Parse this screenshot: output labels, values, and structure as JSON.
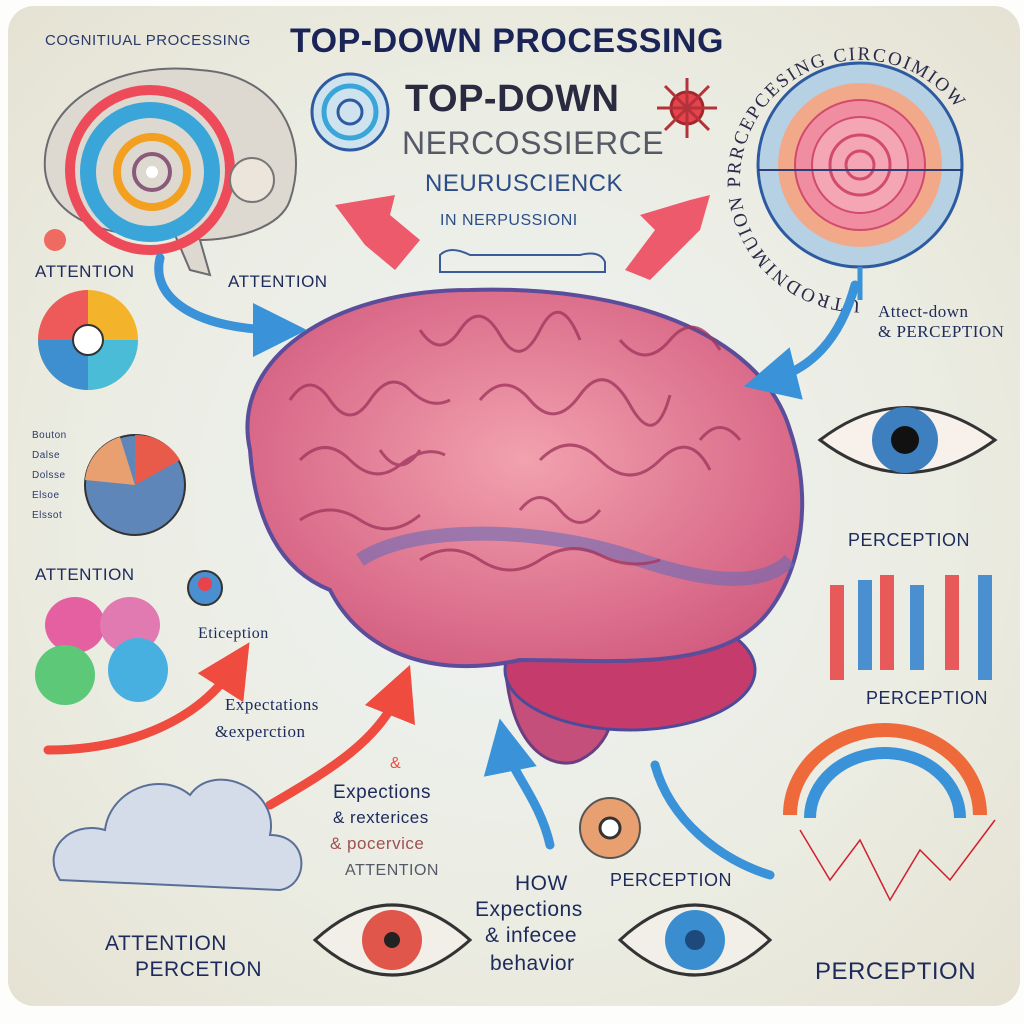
{
  "header": {
    "side_label": "COGNITIUAL PROCESSING",
    "title": "TOP-DOWN PROCESSING",
    "subtitle": "TOP-DOWN",
    "line1": "NERCOSSIERCE",
    "line2": "NEURUSCIENCK",
    "line3": "IN NERPUSSIONI"
  },
  "circle_text": "UTRODNIMUION PRRCEPCESING CIRCOIMIOW",
  "labels": {
    "attention_1": "ATTENTION",
    "attention_2": "ATTENTION",
    "attect_line1": "Attect-down",
    "attect_line2": "& PERCEPTION",
    "attention_3": "ATTENTION",
    "etiception": "Etiception",
    "perception_1": "PERCEPTION",
    "perception_2": "PERCEPTION",
    "expect_1a": "Expectations",
    "expect_1b": "&experction",
    "amp": "&",
    "expect_2a": "Expections",
    "expect_2b": "& rexterices",
    "expect_2c": "& pocervice",
    "expect_2d": "ATTENTION",
    "how_a": "HOW",
    "how_b": "Expections",
    "how_c": "& infecee",
    "how_d": "behavior",
    "perception_3": "PERCEPTION",
    "attention_4": "ATTENTION",
    "perception_4": "PERCETION",
    "perception_5": "PERCEPTION"
  },
  "pie_labels": [
    "Bouton",
    "Dalse",
    "Dolsse",
    "Elsoe",
    "Elssot"
  ],
  "colors": {
    "navy": "#1d2a5c",
    "pink": "#e5738f",
    "red": "#ef4b3f",
    "blue": "#3a92d8",
    "bg": "#ebece2"
  }
}
